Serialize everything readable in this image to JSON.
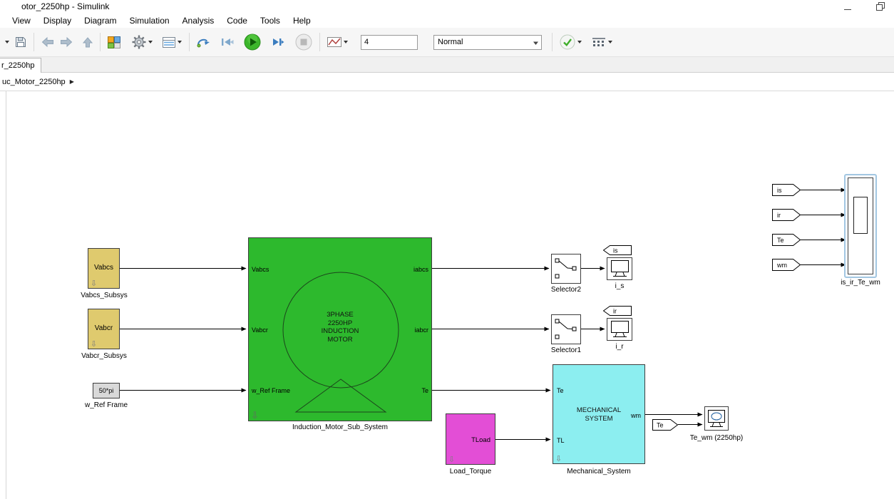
{
  "window": {
    "title": "otor_2250hp - Simulink"
  },
  "menu": {
    "items": [
      "View",
      "Display",
      "Diagram",
      "Simulation",
      "Analysis",
      "Code",
      "Tools",
      "Help"
    ]
  },
  "toolbar": {
    "sim_time": "4",
    "mode": "Normal"
  },
  "tab": {
    "label": "r_2250hp"
  },
  "breadcrumb": {
    "path": "uc_Motor_2250hp",
    "caret": "▶"
  },
  "blocks": {
    "vabcs": {
      "text": "Vabcs",
      "label": "Vabcs_Subsys"
    },
    "vabcr": {
      "text": "Vabcr",
      "label": "Vabcr_Subsys"
    },
    "wref": {
      "text": "50*pi",
      "label": "w_Ref Frame"
    },
    "motor": {
      "title_lines": [
        "3PHASE",
        "2250HP",
        "INDUCTION",
        "MOTOR"
      ],
      "label": "Induction_Motor_Sub_System",
      "ports": {
        "in1": "Vabcs",
        "in2": "Vabcr",
        "in3": "w_Ref Frame",
        "out1": "iabcs",
        "out2": "iabcr",
        "out3": "Te"
      }
    },
    "selector2": {
      "label": "Selector2"
    },
    "selector1": {
      "label": "Selector1"
    },
    "scope_is": {
      "label": "i_s"
    },
    "scope_ir": {
      "label": "i_r"
    },
    "tag_is": "is",
    "tag_ir": "ir",
    "load_torque": {
      "text": "TLoad",
      "label": "Load_Torque"
    },
    "mechanical": {
      "title_lines": [
        "MECHANICAL",
        "SYSTEM"
      ],
      "label": "Mechanical_System",
      "ports": {
        "in1": "Te",
        "in2": "TL",
        "out1": "wm"
      }
    },
    "tag_te": "Te",
    "scope_tewm": {
      "label": "Te_wm (2250hp)"
    },
    "from_tags": [
      "is",
      "ir",
      "Te",
      "wm"
    ],
    "scope_big": {
      "label": "is_ir_Te_wm"
    },
    "badge_glyph": "⇩"
  },
  "colors": {
    "subsystem_green": "#2db92d",
    "source_yellow": "#dfca6e",
    "load_magenta": "#e34ed6",
    "mech_cyan": "#8ceef0",
    "selection_blue": "#a3c7e2",
    "run_green": "#3cb62b"
  }
}
